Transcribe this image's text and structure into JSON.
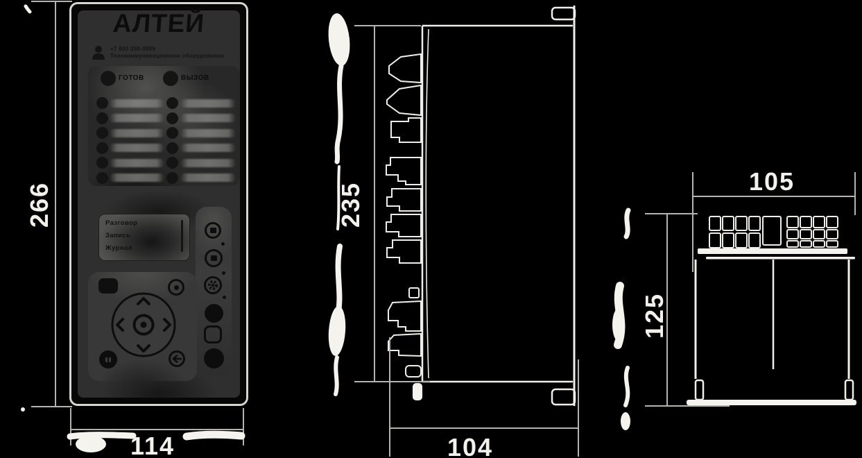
{
  "front_view": {
    "brand": "АЛТЕЙ",
    "contact_line1": "+7 800 250-0999",
    "contact_line2": "Телекоммуникационное оборудование",
    "led_ready_label": "ГОТОВ",
    "led_call_label": "ВЫЗОВ",
    "led_channel_rows": 6,
    "display_lines": [
      "Разговор",
      "Запись",
      "Журнал"
    ]
  },
  "dimensions": {
    "front_height": "266",
    "front_width": "114",
    "side_height": "235",
    "side_depth": "104",
    "top_width": "105",
    "top_depth": "125"
  },
  "icons": {
    "operator-icon": "person bust silhouette",
    "speaker-icon": "small square glyph in ring",
    "display-icon": "small square glyph in ring",
    "gear-icon": "toothed gear in ring",
    "record-icon": "dot in ring",
    "back-arrow-icon": "left arrow in ring",
    "dpad-icons": "up/down/left/right chevrons with center ok dot"
  },
  "colors": {
    "background": "#000000",
    "outline_white": "#efeee9",
    "dimension_gray": "#b5b5b0",
    "panel_gray": "#2f2f2f",
    "dark_glyph": "#0d0d0d",
    "dim_text": "#f2f1ec"
  }
}
